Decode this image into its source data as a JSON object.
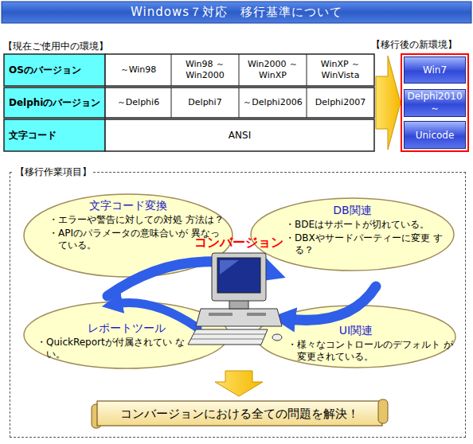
{
  "diagram": {
    "title": "Windows７対応　移行基準について",
    "nodes": [
      {
        "text": [
          "【移行後の新環境】"
        ]
      },
      {
        "text": [
          "Win7"
        ],
        "in": 0
      },
      {
        "text": [
          "Delphi2010～"
        ],
        "in": 0
      },
      {
        "text": [
          "Unicode"
        ],
        "in": 0
      },
      {
        "text": [
          "【移行作業項目】"
        ]
      },
      {
        "text": [
          "文字コード変換",
          "・エラーや警告に対しての対処 方法は？",
          "・APIのパラメータの意味合いが 異なっている。"
        ],
        "in": 4
      },
      {
        "text": [
          "DB関連",
          "・BDEはサポートが切れている。",
          "・DBXやサードパーティーに変更 する？"
        ],
        "in": 4
      },
      {
        "text": [
          "レポートツール",
          "・QuickReportが付属されてい ない。"
        ],
        "in": 4
      },
      {
        "text": [
          "UI関連",
          "・様々なコントロールのデフォルト が変更されている。"
        ],
        "in": 4
      },
      {
        "text": [
          "コンバージョンにおける全ての問題を解決！"
        ],
        "in": 4
      }
    ],
    "labels": [
      "【現在ご使用中の環境】",
      "OSのバージョン",
      "～Win98",
      "Win98 ～Win2000",
      "Win2000 ～WinXP",
      "WinXP ～WinVista",
      "Delphiのバージョン",
      "～Delphi6",
      "Delphi7",
      "～Delphi2006",
      "Delphi2007",
      "文字コード",
      "ANSI",
      "コンバージョン"
    ]
  }
}
